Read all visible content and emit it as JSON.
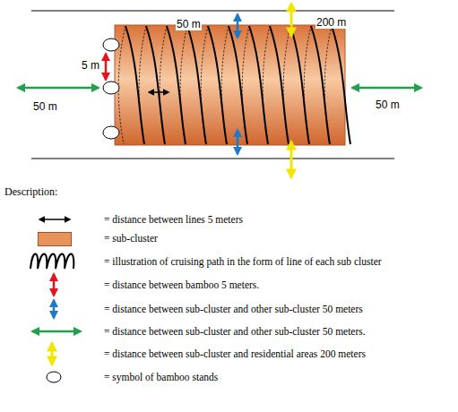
{
  "diagram": {
    "labels": [
      "50 m",
      "200 m",
      "5 m",
      "50 m",
      "50 m",
      "Description:"
    ],
    "legend": [
      {
        "text": "= distance between lines 5 meters"
      },
      {
        "text": "= sub-cluster",
        "color": "#e8935a"
      },
      {
        "text": "= illustration of cruising path in the form of line of each sub cluster"
      },
      {
        "text": "= distance between bamboo 5 meters."
      },
      {
        "text": "= distance between sub-cluster and other sub-cluster 50 meters"
      },
      {
        "text": "= distance between sub-cluster and other sub-cluster 50 meters."
      },
      {
        "text": "= distance between sub-cluster and residential areas 200 meters"
      },
      {
        "text": "= symbol of bamboo stands"
      }
    ]
  }
}
